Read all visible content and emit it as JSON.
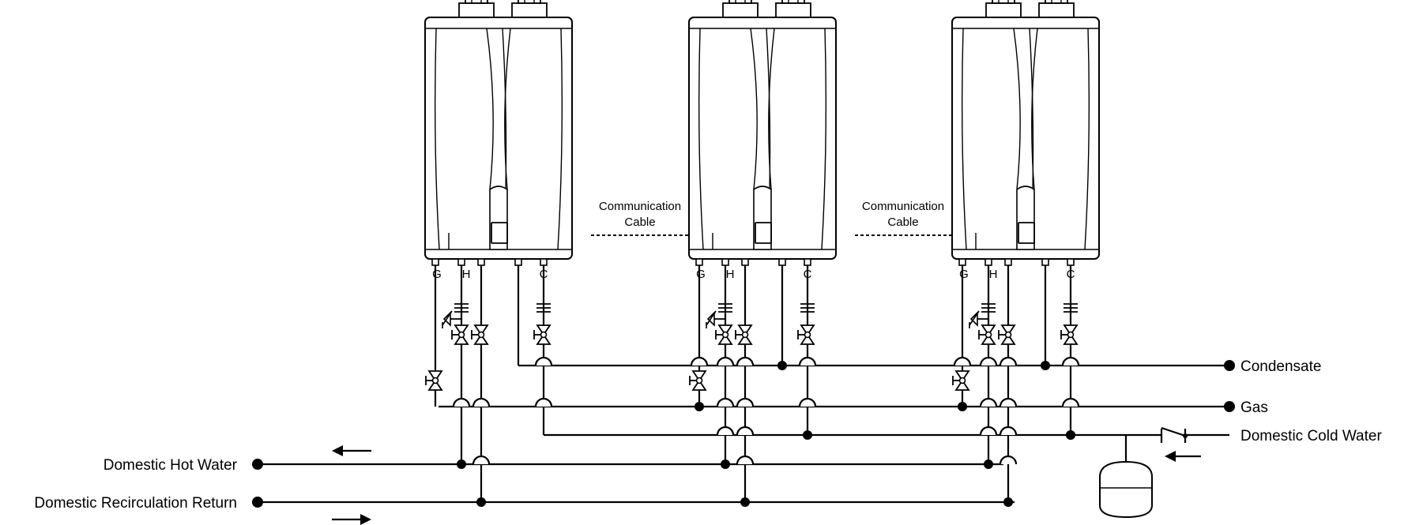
{
  "heaters": [
    {
      "connections": [
        "G",
        "H",
        "C"
      ]
    },
    {
      "connections": [
        "G",
        "H",
        "C"
      ]
    },
    {
      "connections": [
        "G",
        "H",
        "C"
      ]
    }
  ],
  "cables": [
    {
      "line1": "Communication",
      "line2": "Cable"
    },
    {
      "line1": "Communication",
      "line2": "Cable"
    }
  ],
  "lines": {
    "condensate": "Condensate",
    "gas": "Gas",
    "cold_water": "Domestic Cold Water",
    "hot_water": "Domestic Hot Water",
    "recirculation": "Domestic Recirculation Return"
  }
}
